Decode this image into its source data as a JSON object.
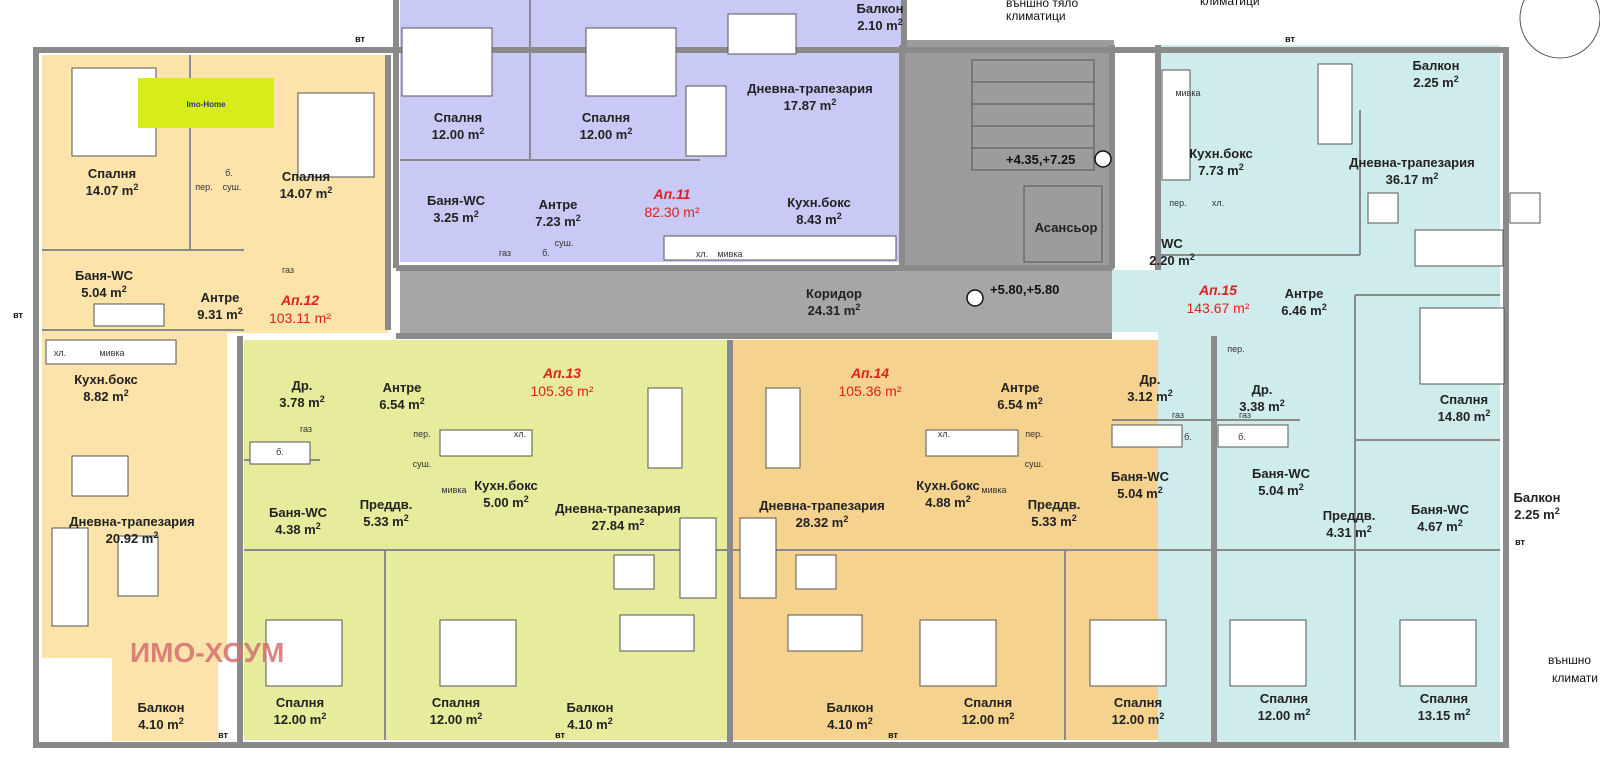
{
  "apartments": [
    {
      "name": "Ап.11",
      "area": "82.30 m²"
    },
    {
      "name": "Ап.12",
      "area": "103.11 m²"
    },
    {
      "name": "Ап.13",
      "area": "105.36 m²"
    },
    {
      "name": "Ап.14",
      "area": "105.36 m²"
    },
    {
      "name": "Ап.15",
      "area": "143.67 m²"
    }
  ],
  "rooms": [
    {
      "name": "Спалня",
      "area": "14.07"
    },
    {
      "name": "Спалня",
      "area": "14.07"
    },
    {
      "name": "Баня-WC",
      "area": "5.04"
    },
    {
      "name": "Антре",
      "area": "9.31"
    },
    {
      "name": "Кухн.бокс",
      "area": "8.82"
    },
    {
      "name": "Дневна-трапезария",
      "area": "20.92"
    },
    {
      "name": "Балкон",
      "area": "4.10"
    },
    {
      "name": "Спалня",
      "area": "12.00"
    },
    {
      "name": "Спалня",
      "area": "12.00"
    },
    {
      "name": "Дневна-трапезария",
      "area": "17.87"
    },
    {
      "name": "Балкон",
      "area": "2.10"
    },
    {
      "name": "Баня-WC",
      "area": "3.25"
    },
    {
      "name": "Антре",
      "area": "7.23"
    },
    {
      "name": "Кухн.бокс",
      "area": "8.43"
    },
    {
      "name": "Коридор",
      "area": "24.31"
    },
    {
      "name": "Асансьор",
      "area": ""
    },
    {
      "name": "Др.",
      "area": "3.78"
    },
    {
      "name": "Антре",
      "area": "6.54"
    },
    {
      "name": "Баня-WC",
      "area": "4.38"
    },
    {
      "name": "Преддв.",
      "area": "5.33"
    },
    {
      "name": "Кухн.бокс",
      "area": "5.00"
    },
    {
      "name": "Дневна-трапезария",
      "area": "27.84"
    },
    {
      "name": "Спалня",
      "area": "12.00"
    },
    {
      "name": "Спалня",
      "area": "12.00"
    },
    {
      "name": "Балкон",
      "area": "4.10"
    },
    {
      "name": "Дневна-трапезария",
      "area": "28.32"
    },
    {
      "name": "Кухн.бокс",
      "area": "4.88"
    },
    {
      "name": "Антре",
      "area": "6.54"
    },
    {
      "name": "Преддв.",
      "area": "5.33"
    },
    {
      "name": "Др.",
      "area": "3.12"
    },
    {
      "name": "Баня-WC",
      "area": "5.04"
    },
    {
      "name": "Балкон",
      "area": "4.10"
    },
    {
      "name": "Спалня",
      "area": "12.00"
    },
    {
      "name": "Спалня",
      "area": "12.00"
    },
    {
      "name": "Кухн.бокс",
      "area": "7.73"
    },
    {
      "name": "Дневна-трапезария",
      "area": "36.17"
    },
    {
      "name": "Балкон",
      "area": "2.25"
    },
    {
      "name": "WC",
      "area": "2.20"
    },
    {
      "name": "Антре",
      "area": "6.46"
    },
    {
      "name": "Спалня",
      "area": "14.80"
    },
    {
      "name": "Др.",
      "area": "3.38"
    },
    {
      "name": "Баня-WC",
      "area": "5.04"
    },
    {
      "name": "Баня-WC",
      "area": "4.67"
    },
    {
      "name": "Преддв.",
      "area": "4.31"
    },
    {
      "name": "Балкон",
      "area": "2.25"
    },
    {
      "name": "Спалня",
      "area": "12.00"
    },
    {
      "name": "Спалня",
      "area": "13.15"
    }
  ],
  "area_unit": "m",
  "area_unit_power": "2",
  "levels": [
    "+4.35,+7.25",
    "+5.80,+5.80"
  ],
  "notes": {
    "ac_top_1": "външно тяло",
    "ac_top_2": "климатици",
    "ac_top_right": "климатици",
    "ac_right_1": "външно",
    "ac_right_2": "климати"
  },
  "fixture_labels": {
    "vt": "вт",
    "gas": "газ",
    "b": "б.",
    "pantry": "пер.",
    "dryer": "суш.",
    "hl": "хл.",
    "dishwasher": "мивка"
  },
  "watermark": "ИМО-ХОУМ",
  "logo_text": "Imo-Home",
  "colors": {
    "apt11": "#c9c9f5",
    "apt12": "#fbe3a9",
    "apt13": "#e6ec9c",
    "apt14": "#f6d28f",
    "apt15": "#cdeceb",
    "corridor": "#a6a6a6",
    "apt_label": "#e02020",
    "logo_bg": "#d8ec1a"
  }
}
